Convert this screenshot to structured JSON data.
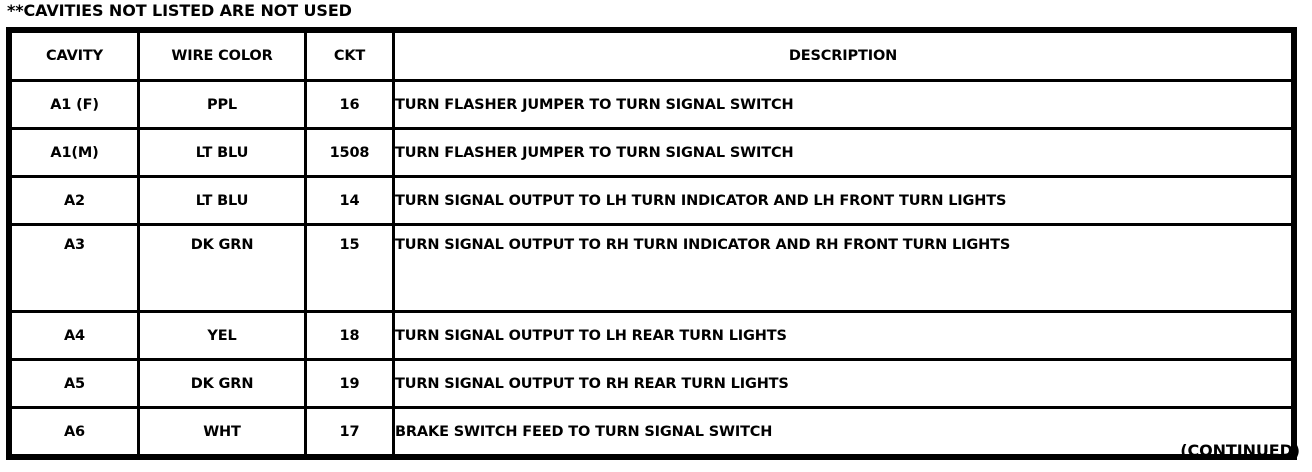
{
  "note": "**CAVITIES NOT LISTED ARE NOT USED",
  "footer": "(CONTINUED)",
  "table": {
    "columns": [
      {
        "key": "cavity",
        "label": "CAVITY"
      },
      {
        "key": "wire_color",
        "label": "WIRE COLOR"
      },
      {
        "key": "ckt",
        "label": "CKT"
      },
      {
        "key": "description",
        "label": "DESCRIPTION"
      }
    ],
    "rows": [
      {
        "cavity": "A1 (F)",
        "wire_color": "PPL",
        "ckt": "16",
        "description": "TURN FLASHER JUMPER TO TURN SIGNAL SWITCH"
      },
      {
        "cavity": "A1(M)",
        "wire_color": "LT BLU",
        "ckt": "1508",
        "description": "TURN FLASHER JUMPER TO TURN SIGNAL SWITCH"
      },
      {
        "cavity": "A2",
        "wire_color": "LT BLU",
        "ckt": "14",
        "description": "TURN SIGNAL OUTPUT TO LH TURN INDICATOR AND LH FRONT TURN LIGHTS"
      },
      {
        "cavity": "A3",
        "wire_color": "DK GRN",
        "ckt": "15",
        "description": "TURN SIGNAL OUTPUT TO RH TURN INDICATOR AND RH FRONT TURN LIGHTS"
      },
      {
        "cavity": "A4",
        "wire_color": "YEL",
        "ckt": "18",
        "description": "TURN SIGNAL OUTPUT TO LH REAR TURN LIGHTS"
      },
      {
        "cavity": "A5",
        "wire_color": "DK GRN",
        "ckt": "19",
        "description": "TURN SIGNAL OUTPUT TO RH REAR TURN LIGHTS"
      },
      {
        "cavity": "A6",
        "wire_color": "WHT",
        "ckt": "17",
        "description": "BRAKE SWITCH FEED TO TURN SIGNAL SWITCH"
      }
    ]
  }
}
